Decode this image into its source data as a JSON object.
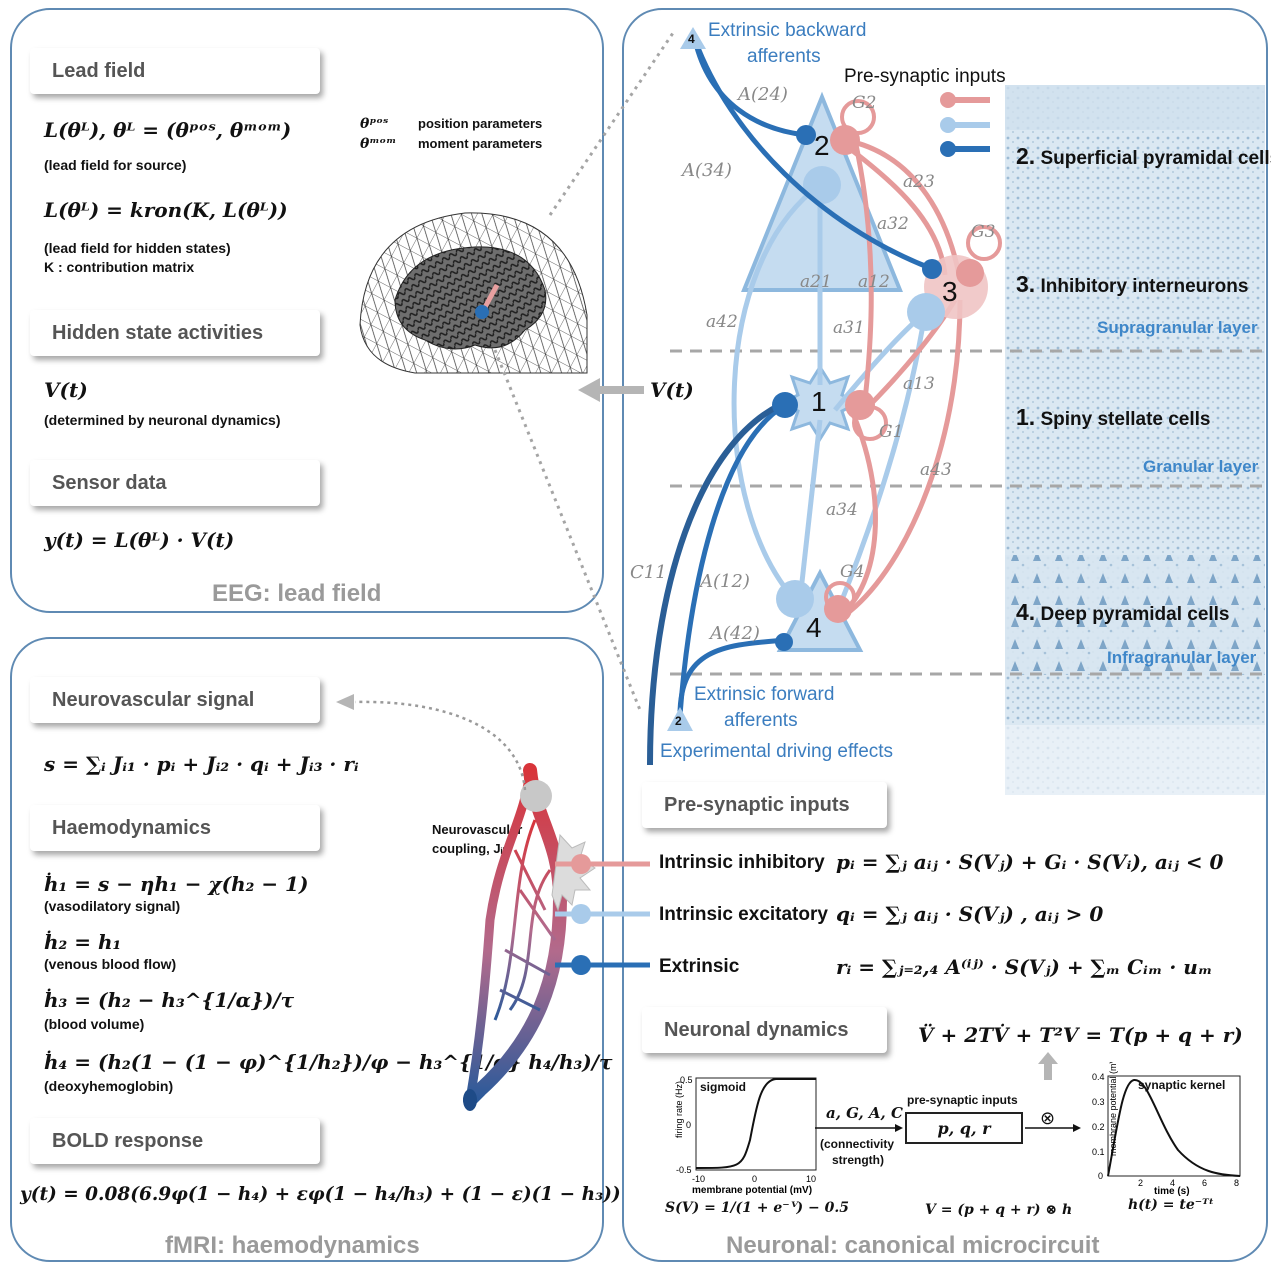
{
  "eeg": {
    "caption": "EEG: lead field",
    "lead_field_header": "Lead field",
    "eq_lead": "L(θᴸ),      θᴸ = (θᵖᵒˢ, θᵐᵒᵐ)",
    "note_source": "(lead field for source)",
    "legend_pos_symbol": "θᵖᵒˢ",
    "legend_pos": "position parameters",
    "legend_mom_symbol": "θᵐᵒᵐ",
    "legend_mom": "moment parameters",
    "eq_kron": "L(θᴸ) = kron(K, L(θᴸ))",
    "note_hidden": "(lead field for hidden states)",
    "note_K": "K : contribution matrix",
    "hidden_header": "Hidden state activities",
    "eq_V": "V(t)",
    "note_dynamics": "(determined by neuronal dynamics)",
    "sensor_header": "Sensor data",
    "eq_y": "y(t) = L(θᴸ) · V(t)"
  },
  "fmri": {
    "caption": "fMRI: haemodynamics",
    "neurovascular_header": "Neurovascular signal",
    "eq_s": "s = ∑ᵢ Jᵢ₁ · pᵢ + Jᵢ₂ · qᵢ + Jᵢ₃ · rᵢ",
    "haemo_header": "Haemodynamics",
    "eq_h1": "ḣ₁ = s − ηh₁ − χ(h₂ − 1)",
    "note_h1": "(vasodilatory signal)",
    "eq_h2": "ḣ₂ = h₁",
    "note_h2": "(venous blood flow)",
    "eq_h3": "ḣ₃ = (h₂ − h₃^{1/α})/τ",
    "note_h3": "(blood volume)",
    "eq_h4": "ḣ₄ = (h₂(1 − (1 − φ)^{1/h₂})/φ − h₃^{1/α} h₄/h₃)/τ",
    "note_h4": "(deoxyhemoglobin)",
    "bold_header": "BOLD response",
    "eq_bold": "y(t) = 0.08(6.9φ(1 − h₄) + εφ(1 − h₄/h₃) + (1 − ε)(1 − h₃))",
    "coupling_label_1": "Neurovascular",
    "coupling_label_2": "coupling, Jᵢⱼ"
  },
  "neuronal": {
    "caption": "Neuronal: canonical microcircuit",
    "backward_1": "Extrinsic backward",
    "backward_2": "afferents",
    "forward_1": "Extrinsic forward",
    "forward_2": "afferents",
    "driving": "Experimental driving effects",
    "presyn_legend": "Pre-synaptic inputs",
    "vt_label": "V(t)",
    "cells": [
      {
        "num": "2.",
        "name": "Superficial pyramidal cells"
      },
      {
        "num": "3.",
        "name": "Inhibitory interneurons"
      },
      {
        "num": "1.",
        "name": "Spiny stellate cells"
      },
      {
        "num": "4.",
        "name": "Deep pyramidal cells"
      }
    ],
    "layers": [
      "Supragranular layer",
      "Granular layer",
      "Infragranular layer"
    ],
    "node_labels": [
      "1",
      "2",
      "3",
      "4"
    ],
    "afferent_badges": [
      "4",
      "2"
    ],
    "connections": [
      "A(24)",
      "A(34)",
      "A(12)",
      "A(42)",
      "C11",
      "G2",
      "G3",
      "G1",
      "G4",
      "a23",
      "a32",
      "a21",
      "a12",
      "a42",
      "a31",
      "a13",
      "a43",
      "a34"
    ],
    "presyn_header": "Pre-synaptic inputs",
    "inputs": [
      {
        "label": "Intrinsic inhibitory",
        "eq": "pᵢ = ∑ⱼ aᵢⱼ · S(Vⱼ) + Gᵢ · S(Vᵢ), aᵢⱼ < 0",
        "color": "#e59a9a"
      },
      {
        "label": "Intrinsic excitatory",
        "eq": "qᵢ = ∑ⱼ aᵢⱼ · S(Vⱼ) , aᵢⱼ > 0",
        "color": "#a9cbea"
      },
      {
        "label": "Extrinsic",
        "eq": "rᵢ = ∑ⱼ₌₂,₄ A⁽ⁱʲ⁾ · S(Vⱼ) + ∑ₘ Cᵢₘ · uₘ",
        "color": "#2a6fb5"
      }
    ],
    "dyn_header": "Neuronal dynamics",
    "eq_dyn": "V̈ + 2TV̇ + T²V = T(p + q + r)",
    "sigmoid": {
      "title": "sigmoid",
      "ylabel": "firing rate (Hz)",
      "xlabel": "membrane potential (mV)",
      "yticks": [
        "0.5",
        "0",
        "-0.5"
      ],
      "xticks": [
        "-10",
        "0",
        "10"
      ],
      "eq": "S(V) = 1/(1 + e⁻ⱽ) − 0.5"
    },
    "connectivity_params": "a, G, A, C",
    "connectivity_note_1": "(connectivity",
    "connectivity_note_2": "strength)",
    "presyn_box_title": "pre-synaptic inputs",
    "presyn_box": "p, q, r",
    "otimes": "⊗",
    "eq_V_conv": "V = (p + q + r) ⊗ h",
    "kernel": {
      "title": "synaptic kernel",
      "ylabel": "membrane potential (mV)",
      "xlabel": "time (s)",
      "yticks": [
        "0.4",
        "0.3",
        "0.2",
        "0.1",
        "0"
      ],
      "xticks": [
        "2",
        "4",
        "6",
        "8"
      ],
      "eq": "h(t) = te⁻ᵀᵗ"
    }
  },
  "colors": {
    "panel_border": "#5f8ab3",
    "inhibitory": "#e59a9a",
    "excitatory": "#a9cbea",
    "extrinsic": "#2a6fb5",
    "layer_text": "#3f87c9"
  }
}
